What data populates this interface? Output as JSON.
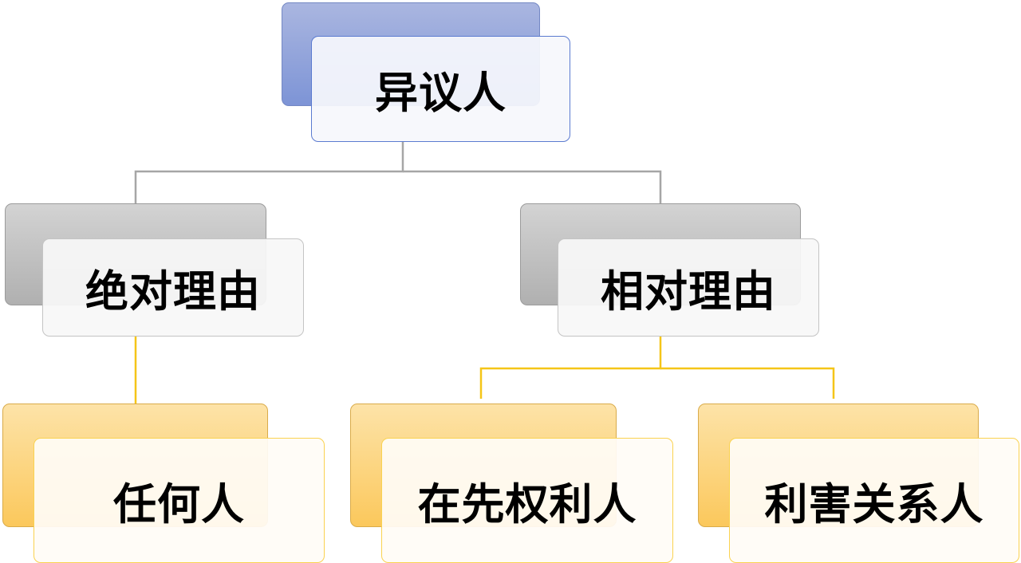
{
  "diagram": {
    "root": {
      "label": "异议人",
      "color": "blue"
    },
    "level1": [
      {
        "label": "绝对理由",
        "color": "gray"
      },
      {
        "label": "相对理由",
        "color": "gray"
      }
    ],
    "level2": [
      {
        "label": "任何人",
        "color": "gold",
        "parent": "绝对理由"
      },
      {
        "label": "在先权利人",
        "color": "gold",
        "parent": "相对理由"
      },
      {
        "label": "利害关系人",
        "color": "gold",
        "parent": "相对理由"
      }
    ]
  },
  "colors": {
    "root_back": "#8fa1da",
    "root_border": "#5b7bd0",
    "level1_back": "#c0c0c0",
    "level1_border": "#c4c4c4",
    "level2_back": "#fcd37f",
    "level2_border": "#fad250",
    "connector_gray": "#a6a6a6",
    "connector_gold": "#f5c518"
  }
}
